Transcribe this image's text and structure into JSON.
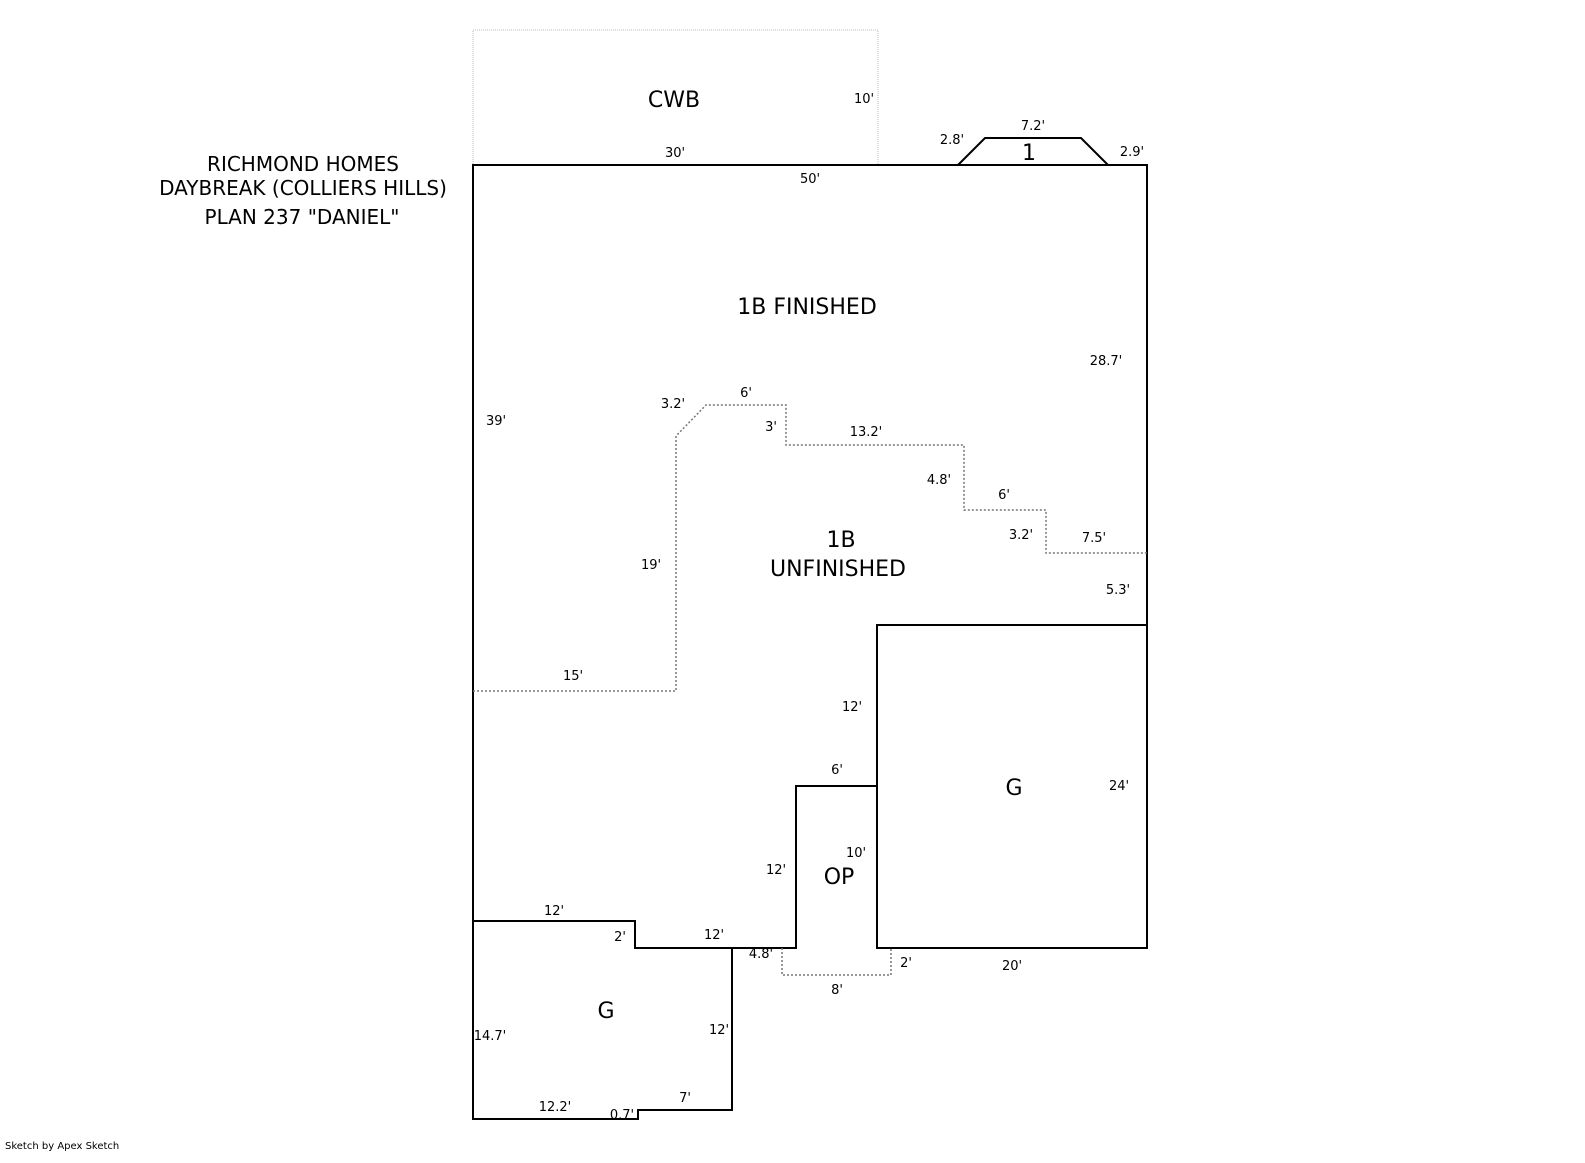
{
  "title": {
    "line1": "RICHMOND HOMES",
    "line2": "DAYBREAK (COLLIERS HILLS)",
    "line3": "PLAN 237 \"DANIEL\""
  },
  "areas": {
    "cwb": "CWB",
    "porch": "1",
    "finished": "1B FINISHED",
    "unfinished1": "1B",
    "unfinished2": "UNFINISHED",
    "garage_right": "G",
    "open_porch": "OP",
    "garage_left": "G"
  },
  "dims": {
    "cwb_height": "10'",
    "cwb_width": "30'",
    "top_50": "50'",
    "porch_left": "2.8'",
    "porch_top": "7.2'",
    "porch_right": "2.9'",
    "right_28_7": "28.7'",
    "left_39": "39'",
    "d3_2a": "3.2'",
    "d6a": "6'",
    "d3": "3'",
    "d13_2": "13.2'",
    "d4_8a": "4.8'",
    "d6b": "6'",
    "d3_2b": "3.2'",
    "d7_5": "7.5'",
    "d19": "19'",
    "d5_3": "5.3'",
    "d15": "15'",
    "d12a": "12'",
    "d6c": "6'",
    "d24": "24'",
    "d10": "10'",
    "d12b": "12'",
    "d12c": "12'",
    "d2a": "2'",
    "d12d": "12'",
    "d4_8b": "4.8'",
    "d2b": "2'",
    "d20": "20'",
    "d8": "8'",
    "d14_7": "14.7'",
    "d12e": "12'",
    "d7": "7'",
    "d12_2": "12.2'",
    "d0_7": "0.7'"
  },
  "credit": "Sketch by Apex Sketch"
}
